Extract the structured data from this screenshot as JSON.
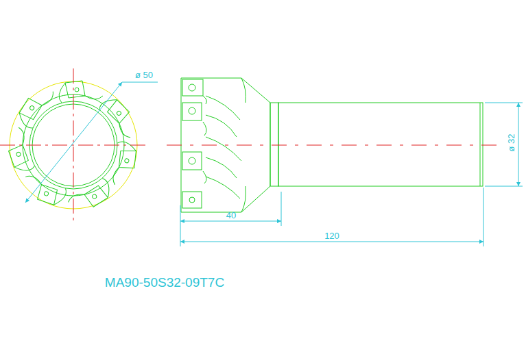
{
  "diagram": {
    "labels": [
      "ø 50",
      "40",
      "120",
      "ø 32",
      "MA90-50S32-09T7C"
    ]
  }
}
